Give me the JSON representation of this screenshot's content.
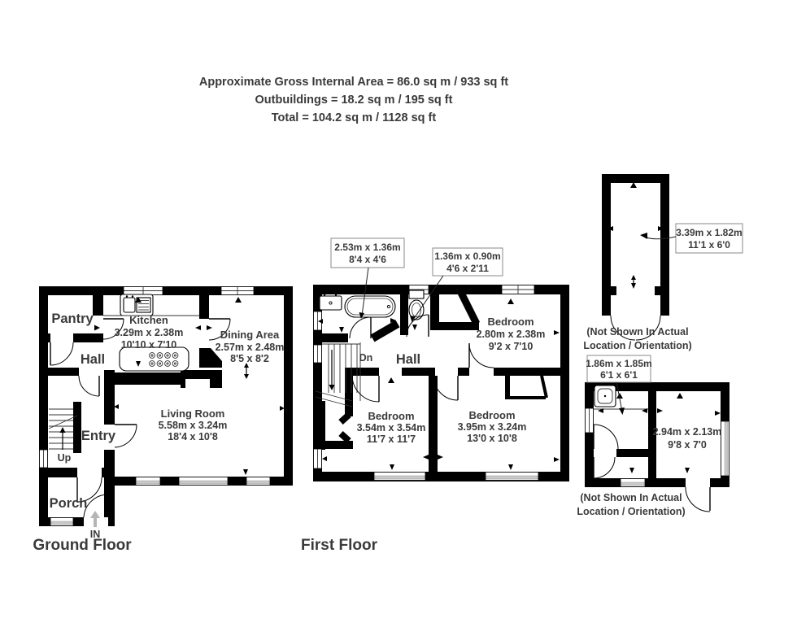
{
  "header": {
    "line1": "Approximate Gross Internal Area = 86.0 sq m / 933 sq ft",
    "line2": "Outbuildings = 18.2 sq m / 195 sq ft",
    "line3": "Total = 104.2 sq m / 1128 sq ft"
  },
  "ground_floor": {
    "title": "Ground Floor",
    "pantry": {
      "name": "Pantry"
    },
    "kitchen": {
      "name": "Kitchen",
      "metric": "3.29m x 2.38m",
      "imperial": "10'10 x 7'10"
    },
    "dining": {
      "name": "Dining Area",
      "metric": "2.57m x 2.48m",
      "imperial": "8'5 x 8'2"
    },
    "hall": {
      "name": "Hall"
    },
    "living": {
      "name": "Living Room",
      "metric": "5.58m x 3.24m",
      "imperial": "18'4 x 10'8"
    },
    "entry": {
      "name": "Entry"
    },
    "stairs_up": "Up",
    "porch": {
      "name": "Porch"
    },
    "entrance": "IN"
  },
  "first_floor": {
    "title": "First Floor",
    "hall": {
      "name": "Hall"
    },
    "stairs_down": "Dn",
    "bathroom_callout": {
      "metric": "2.53m x 1.36m",
      "imperial": "8'4 x 4'6"
    },
    "wc_callout": {
      "metric": "1.36m x 0.90m",
      "imperial": "4'6 x 2'11"
    },
    "bedroom1": {
      "name": "Bedroom",
      "metric": "2.80m x 2.38m",
      "imperial": "9'2 x 7'10"
    },
    "bedroom2": {
      "name": "Bedroom",
      "metric": "3.54m x 3.54m",
      "imperial": "11'7 x 11'7"
    },
    "bedroom3": {
      "name": "Bedroom",
      "metric": "3.95m x 3.24m",
      "imperial": "13'0 x 10'8"
    }
  },
  "outbuildings": {
    "shed": {
      "callout_metric": "3.39m x 1.82m",
      "callout_imperial": "11'1 x 6'0",
      "note1": "(Not Shown In Actual",
      "note2": "Location / Orientation)"
    },
    "annex": {
      "callout_metric": "1.86m x 1.85m",
      "callout_imperial": "6'1 x 6'1",
      "room_metric": "2.94m x 2.13m",
      "room_imperial": "9'8 x 7'0",
      "note1": "(Not Shown In Actual",
      "note2": "Location / Orientation)"
    }
  },
  "colors": {
    "wall": "#000000",
    "text": "#3a3a3a",
    "window_gray": "#c9c9c9",
    "arrow_gray": "#b5b5b5"
  }
}
